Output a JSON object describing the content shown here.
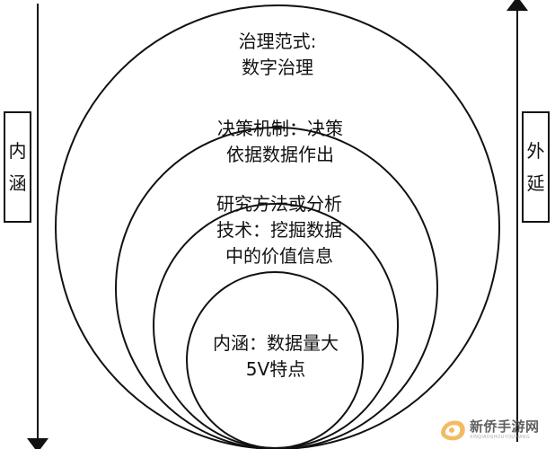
{
  "circles": [
    {
      "lines": [
        "治理范式:",
        "数字治理"
      ]
    },
    {
      "lines": [
        "决策机制：决策",
        "依据数据作出"
      ]
    },
    {
      "lines": [
        "研究方法或分析",
        "技术：挖掘数据",
        "中的价值信息"
      ]
    },
    {
      "lines": [
        "内涵：数据量大",
        "5V特点"
      ]
    }
  ],
  "left_label": {
    "chars": [
      "内",
      "涵"
    ]
  },
  "right_label": {
    "chars": [
      "外",
      "延"
    ]
  },
  "watermark": {
    "title": "新侨手游网",
    "subtitle": "XINQIAOSHOUYOUWANG"
  },
  "colors": {
    "line": "#111111",
    "background": "#ffffff"
  }
}
